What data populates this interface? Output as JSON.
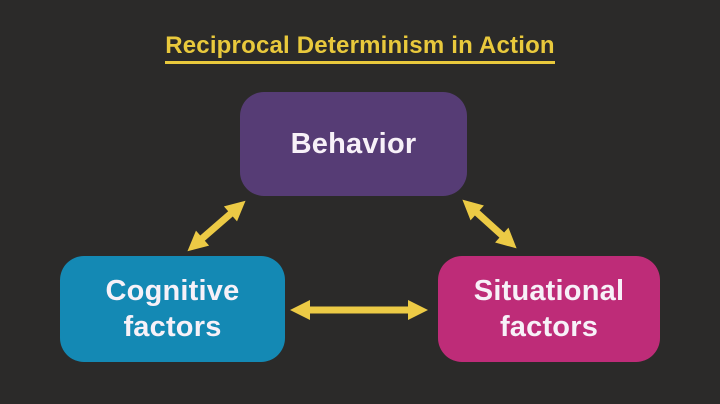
{
  "title": {
    "text": "Reciprocal Determinism in Action"
  },
  "diagram": {
    "type": "concept-triangle",
    "nodes": [
      {
        "id": "behavior",
        "label": "Behavior",
        "fill": "#563c75"
      },
      {
        "id": "cognitive",
        "label": "Cognitive factors",
        "fill": "#1489b4"
      },
      {
        "id": "situational",
        "label": "Situational factors",
        "fill": "#be2c78"
      }
    ],
    "edges": [
      {
        "from": "behavior",
        "to": "cognitive",
        "bidirectional": true
      },
      {
        "from": "behavior",
        "to": "situational",
        "bidirectional": true
      },
      {
        "from": "cognitive",
        "to": "situational",
        "bidirectional": true
      }
    ]
  },
  "colors": {
    "background": "#2b2a29",
    "title_text": "#e9c93c",
    "title_underline": "#e9c93c",
    "node_text": "#f7f1f8",
    "arrow": "#ecca45"
  }
}
